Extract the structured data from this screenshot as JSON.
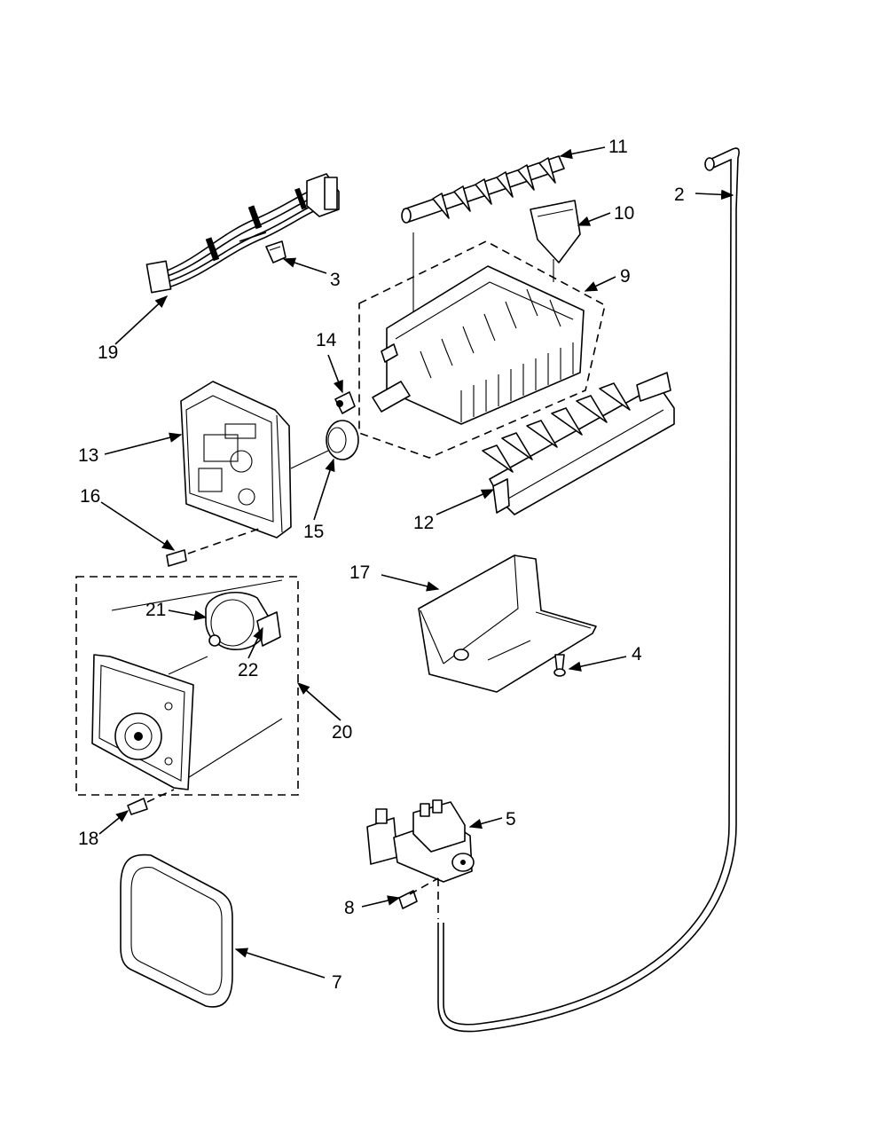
{
  "callouts": {
    "p1": "11",
    "p2": "10",
    "p3": "9",
    "p4": "2",
    "p5": "3",
    "p6": "19",
    "p7": "14",
    "p8": "13",
    "p9": "15",
    "p10": "12",
    "p11": "16",
    "p12": "17",
    "p13": "4",
    "p14": "21",
    "p15": "22",
    "p16": "20",
    "p17": "18",
    "p18": "5",
    "p19": "8",
    "p20": "7"
  },
  "colors": {
    "ink": "#000000",
    "paper": "#ffffff"
  }
}
